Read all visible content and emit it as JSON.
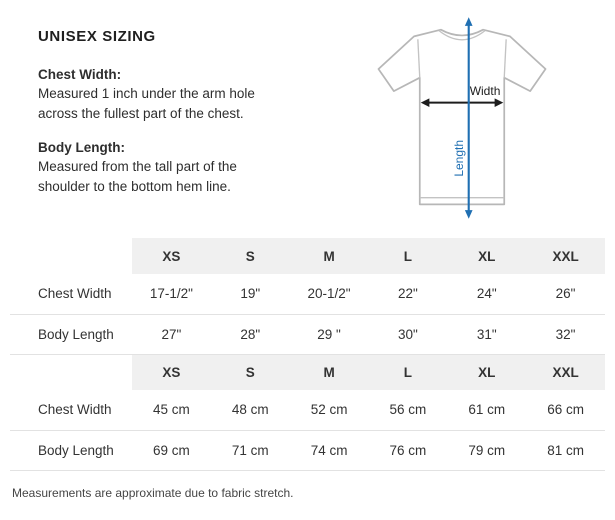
{
  "page": {
    "title": "UNISEX SIZING",
    "sections": [
      {
        "heading": "Chest Width:",
        "body": "Measured 1 inch under the arm hole across the fullest part of the chest."
      },
      {
        "heading": "Body Length:",
        "body": "Measured from the tall part of the shoulder to the bottom hem line."
      }
    ],
    "footnote": "Measurements are approximate due to fabric stretch."
  },
  "diagram": {
    "width_label": "Width",
    "length_label": "Length",
    "width_arrow_color": "#1d1d1d",
    "length_arrow_color": "#1f6fb2",
    "shirt_outline_color": "#b7b7b7"
  },
  "size_table": {
    "inches": {
      "header": [
        "XS",
        "S",
        "M",
        "L",
        "XL",
        "XXL"
      ],
      "rows": [
        {
          "label": "Chest Width",
          "values": [
            "17-1/2\"",
            "19\"",
            "20-1/2\"",
            "22\"",
            "24\"",
            "26\""
          ]
        },
        {
          "label": "Body Length",
          "values": [
            "27\"",
            "28\"",
            "29 \"",
            "30\"",
            "31\"",
            "32\""
          ]
        }
      ]
    },
    "cm": {
      "header": [
        "XS",
        "S",
        "M",
        "L",
        "XL",
        "XXL"
      ],
      "rows": [
        {
          "label": "Chest Width",
          "values": [
            "45 cm",
            "48 cm",
            "52 cm",
            "56 cm",
            "61 cm",
            "66 cm"
          ]
        },
        {
          "label": "Body Length",
          "values": [
            "69 cm",
            "71 cm",
            "74 cm",
            "76 cm",
            "79 cm",
            "81 cm"
          ]
        }
      ]
    }
  }
}
